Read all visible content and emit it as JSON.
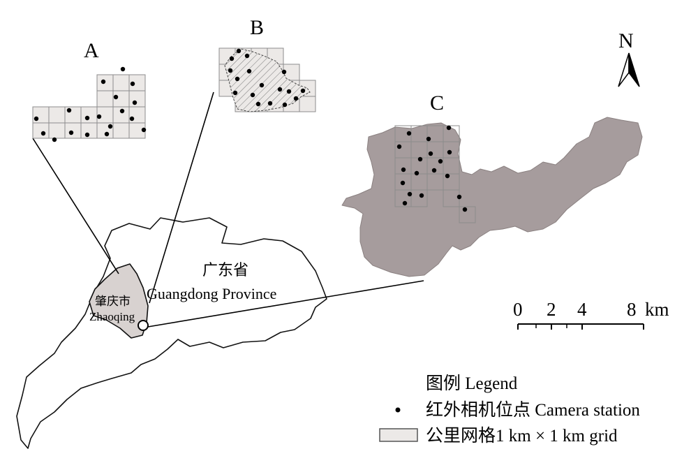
{
  "panels": {
    "a_label": "A",
    "b_label": "B",
    "c_label": "C"
  },
  "map": {
    "province_cn": "广东省",
    "province_en": "Guangdong Province",
    "city_cn": "肇庆市",
    "city_en": "Zhaoqing"
  },
  "north_arrow": {
    "label": "N"
  },
  "scale_bar": {
    "ticks": [
      "0",
      "2",
      "4",
      "8"
    ],
    "unit": "km"
  },
  "legend": {
    "title": "图例 Legend",
    "camera_station": "红外相机位点 Camera station",
    "grid": "公里网格1 km × 1 km grid"
  },
  "colors": {
    "grid_fill": "#ece9e7",
    "reserve_fill": "#a69c9d",
    "zhaoqing_fill": "#d8d2d0"
  }
}
